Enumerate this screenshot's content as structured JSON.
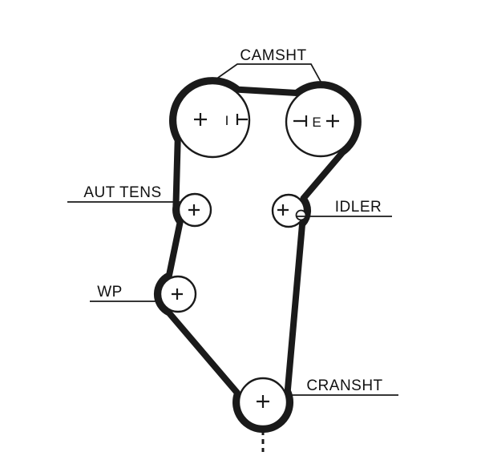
{
  "diagram": {
    "labels": {
      "camsht": "CAMSHT",
      "aut_tens": "AUT TENS",
      "idler": "IDLER",
      "wp": "WP",
      "cransht": "CRANSHT",
      "mark_i": "I",
      "mark_e": "E"
    },
    "colors": {
      "belt": "#1a1a1a",
      "outline": "#1a1a1a",
      "text": "#111111",
      "background": "#ffffff"
    }
  }
}
